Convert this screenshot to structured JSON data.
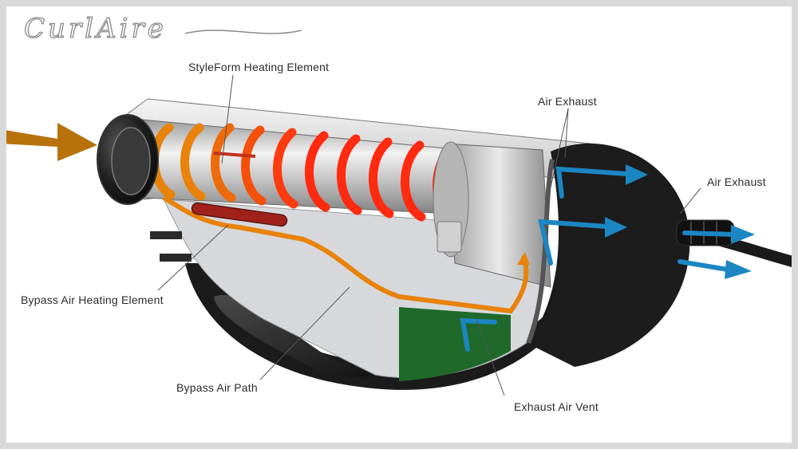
{
  "brand": {
    "logo_text": "CurlAire"
  },
  "labels": {
    "heating_element": "StyleForm Heating Element",
    "air_exhaust_top": "Air Exhaust",
    "air_exhaust_right": "Air Exhaust",
    "bypass_heating": "Bypass Air Heating Element",
    "bypass_path": "Bypass Air Path",
    "exhaust_vent": "Exhaust Air Vent"
  },
  "colors": {
    "intake_arrow": "#b8720c",
    "heat_coil": "#ff2a10",
    "warm_coil": "#e8820a",
    "exhaust_flow": "#1c86c2",
    "body_dark": "#1e1e1e",
    "board_green": "#1f6a2a"
  }
}
